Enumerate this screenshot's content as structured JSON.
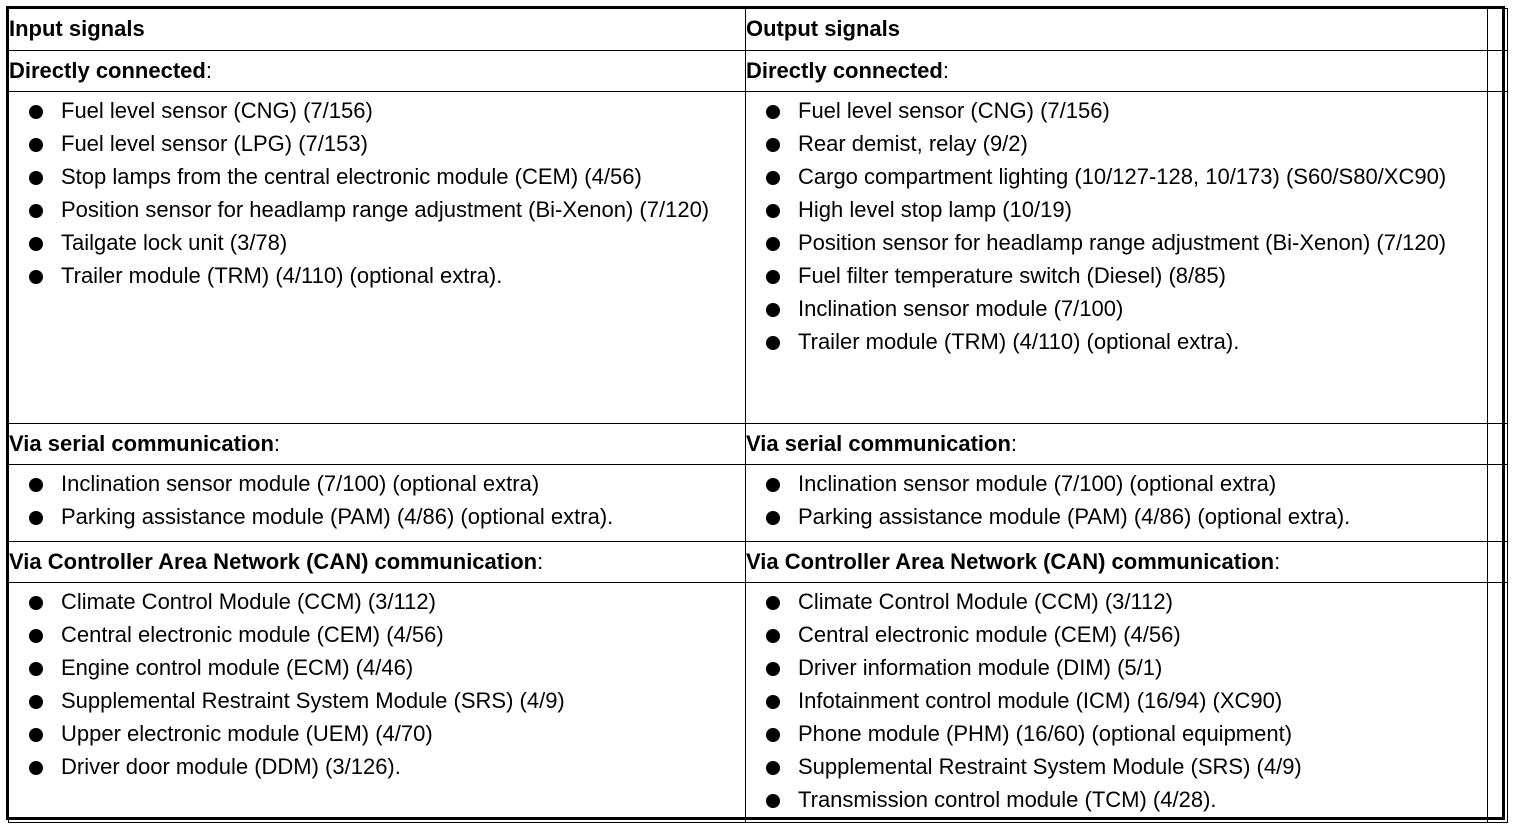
{
  "header": {
    "input_title": "Input signals",
    "output_title": "Output signals"
  },
  "sections": [
    {
      "input_heading": "Directly connected",
      "output_heading": "Directly connected",
      "input_items": [
        "Fuel level sensor (CNG) (7/156)",
        "Fuel level sensor (LPG) (7/153)",
        "Stop lamps from the central electronic module (CEM) (4/56)",
        "Position sensor for headlamp range adjustment (Bi-Xenon) (7/120)",
        "Tailgate lock unit (3/78)",
        "Trailer module (TRM) (4/110) (optional extra)."
      ],
      "output_items": [
        "Fuel level sensor (CNG) (7/156)",
        "Rear demist, relay (9/2)",
        "Cargo compartment lighting (10/127-128, 10/173) (S60/S80/XC90)",
        "High level stop lamp (10/19)",
        "Position sensor for headlamp range adjustment (Bi-Xenon) (7/120)",
        "Fuel filter temperature switch (Diesel) (8/85)",
        "Inclination sensor module (7/100)",
        "Trailer module (TRM) (4/110) (optional extra)."
      ]
    },
    {
      "input_heading": "Via serial communication",
      "output_heading": "Via serial communication",
      "input_items": [
        "Inclination sensor module (7/100) (optional extra)",
        "Parking assistance module (PAM) (4/86) (optional extra)."
      ],
      "output_items": [
        "Inclination sensor module (7/100) (optional extra)",
        "Parking assistance module (PAM) (4/86) (optional extra)."
      ]
    },
    {
      "input_heading": "Via Controller Area Network (CAN) communication",
      "output_heading": "Via Controller Area Network (CAN) communication",
      "input_items": [
        "Climate Control Module (CCM) (3/112)",
        "Central electronic module (CEM) (4/56)",
        "Engine control module (ECM) (4/46)",
        "Supplemental Restraint System Module (SRS) (4/9)",
        "Upper electronic module (UEM) (4/70)",
        "Driver door module (DDM) (3/126)."
      ],
      "output_items": [
        "Climate Control Module (CCM) (3/112)",
        "Central electronic module (CEM) (4/56)",
        "Driver information module (DIM) (5/1)",
        "Infotainment control module (ICM) (16/94) (XC90)",
        "Phone module (PHM) (16/60) (optional equipment)",
        "Supplemental Restraint System Module (SRS) (4/9)",
        "Transmission control module (TCM) (4/28)."
      ]
    }
  ],
  "heading_suffix": ":"
}
